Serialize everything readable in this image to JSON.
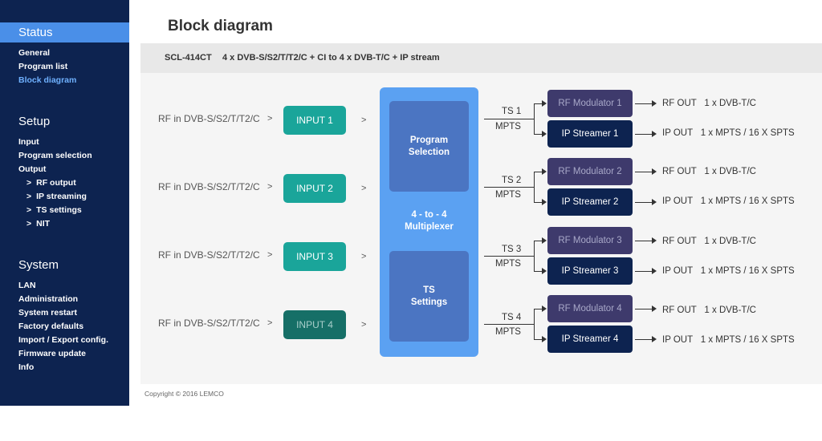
{
  "sidebar": {
    "status": {
      "title": "Status",
      "items": [
        "General",
        "Program list",
        "Block diagram"
      ]
    },
    "setup": {
      "title": "Setup",
      "items": [
        "Input",
        "Program selection",
        "Output"
      ],
      "subitems": [
        "RF output",
        "IP streaming",
        "TS settings",
        "NIT"
      ]
    },
    "system": {
      "title": "System",
      "items": [
        "LAN",
        "Administration",
        "System restart",
        "Factory defaults",
        "Import / Export config.",
        "Firmware update",
        "Info"
      ]
    }
  },
  "page_title": "Block diagram",
  "model": {
    "name": "SCL-414CT",
    "description": "4 x DVB-S/S2/T/T2/C + CI to 4 x DVB-T/C + IP stream"
  },
  "diagram": {
    "rf_in_label": "RF in DVB-S/S2/T/T2/C",
    "gt": ">",
    "inputs": [
      "INPUT 1",
      "INPUT 2",
      "INPUT 3",
      "INPUT 4"
    ],
    "mux": {
      "program_selection": "Program Selection",
      "multiplexer": "4 - to - 4 Multiplexer",
      "ts_settings": "TS Settings"
    },
    "ts_labels": [
      "TS 1",
      "TS 2",
      "TS 3",
      "TS 4"
    ],
    "mpts": "MPTS",
    "modulators": [
      "RF Modulator 1",
      "RF Modulator 2",
      "RF Modulator 3",
      "RF Modulator 4"
    ],
    "streamers": [
      "IP Streamer 1",
      "IP Streamer 2",
      "IP Streamer 3",
      "IP Streamer 4"
    ],
    "rf_out": "RF OUT",
    "rf_out_spec": "1 x DVB-T/C",
    "ip_out": "IP OUT",
    "ip_out_spec": "1 x MPTS / 16 X SPTS"
  },
  "copyright": "Copyright © 2016 LEMCO",
  "colors": {
    "sidebar_bg": "#0d2350",
    "active_section": "#4a8fe8",
    "input_teal": "#1aa59a",
    "mux_blue": "#5ba1f2",
    "modulator": "#3e3a6c",
    "streamer": "#0d2350"
  }
}
